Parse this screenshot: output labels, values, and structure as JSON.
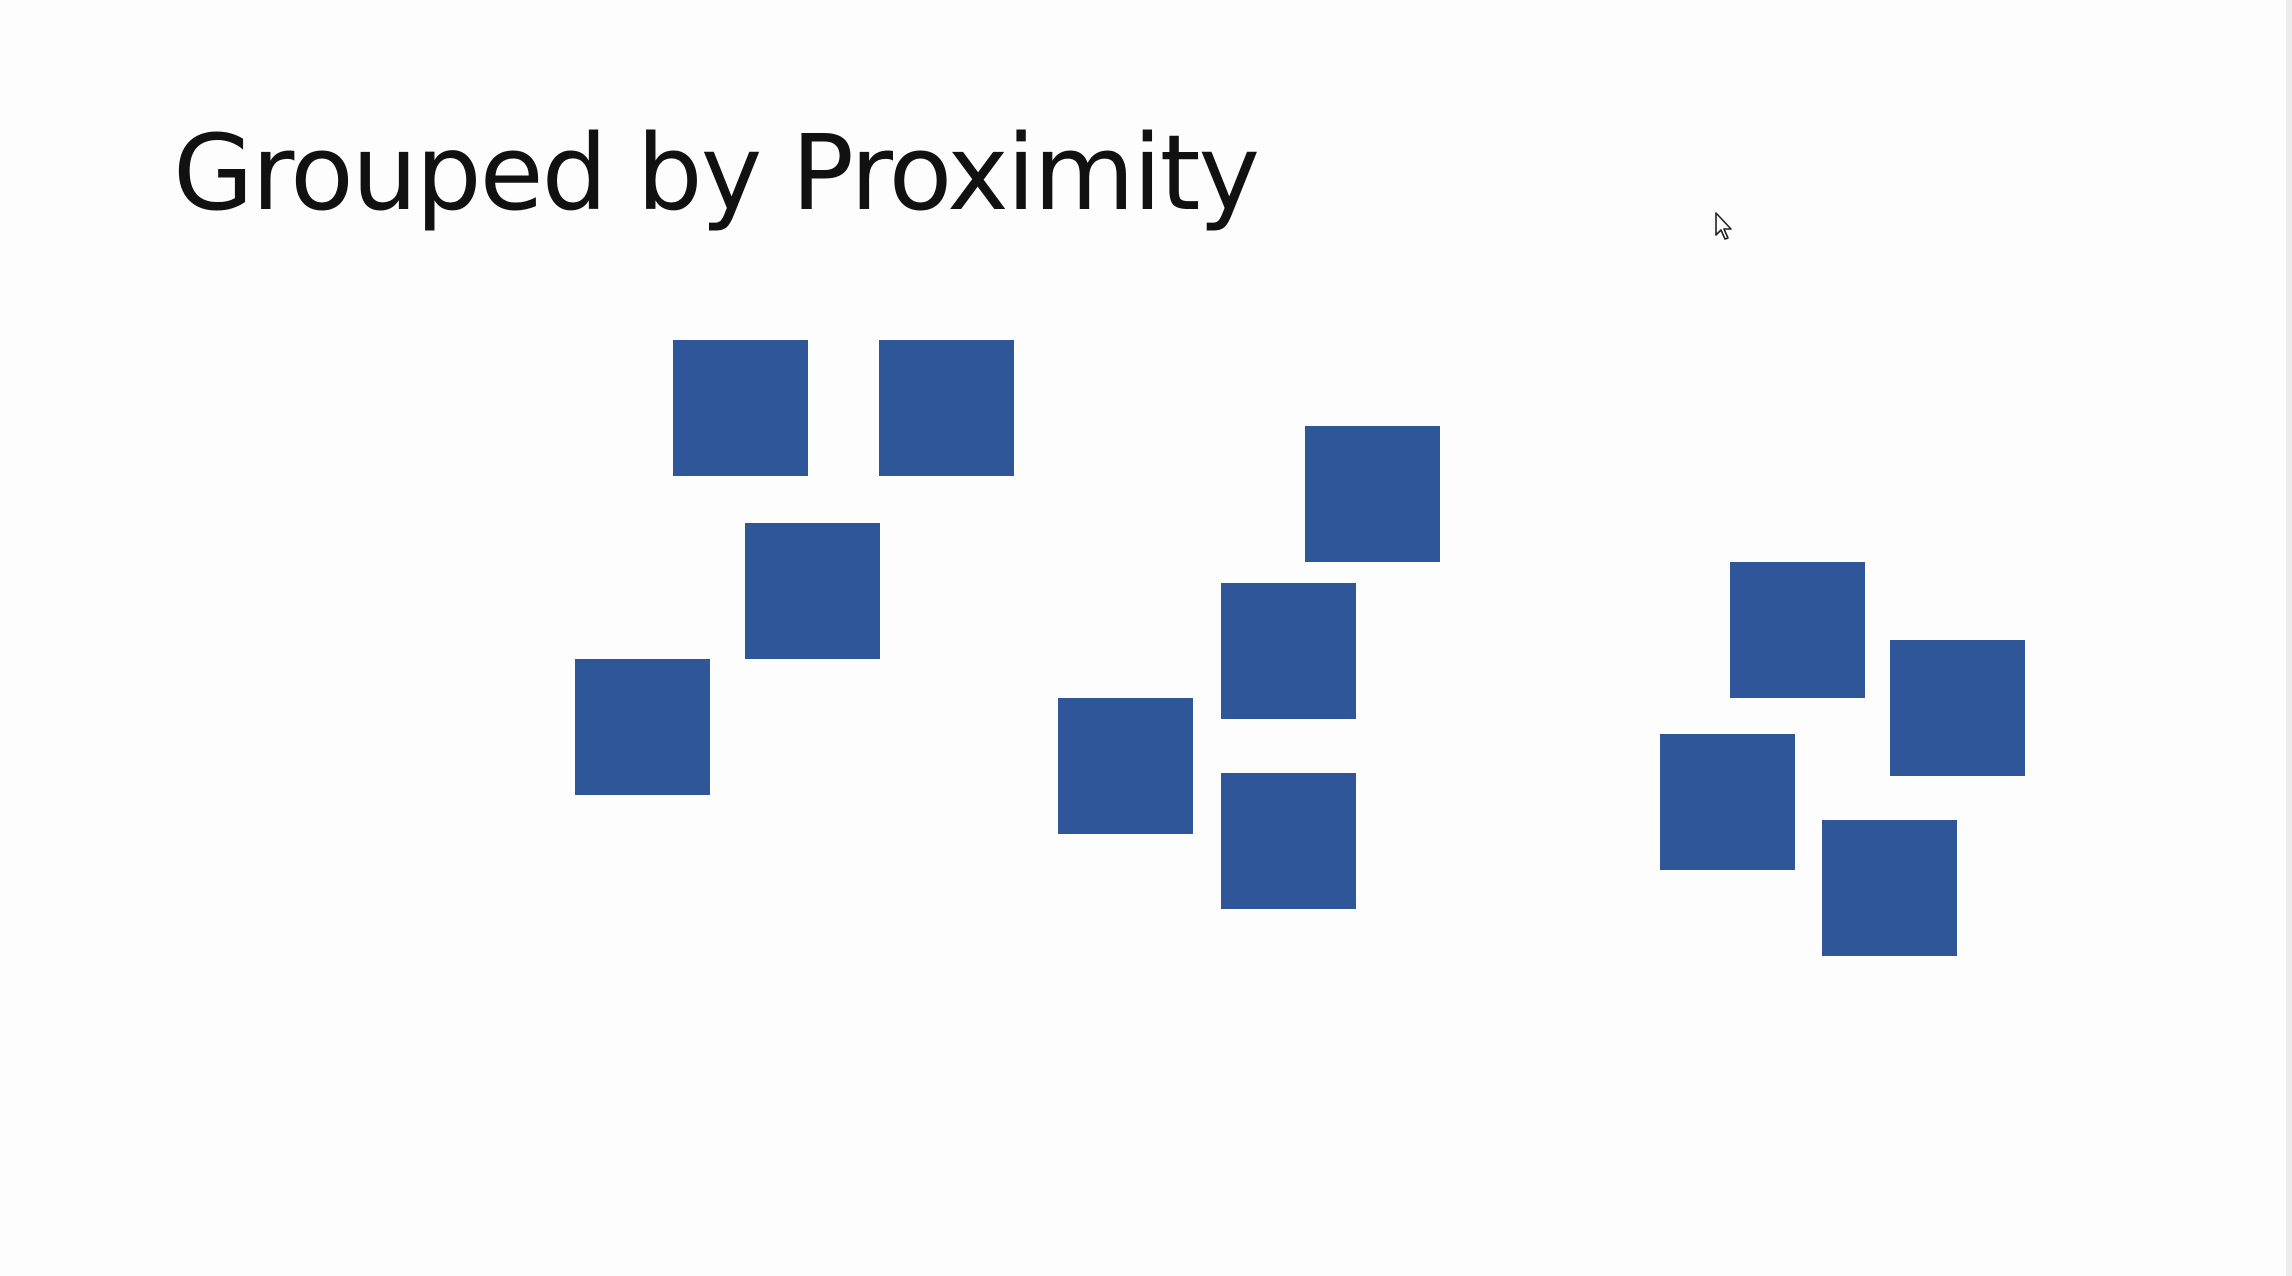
{
  "slide": {
    "title": "Grouped by Proximity"
  },
  "colors": {
    "square_fill": "#30569a",
    "background": "#fdfdfd",
    "title_text": "#111111"
  },
  "groups": [
    {
      "name": "group-left",
      "count": 4
    },
    {
      "name": "group-middle",
      "count": 4
    },
    {
      "name": "group-right",
      "count": 4
    }
  ],
  "icons": {
    "cursor": "mouse-pointer-icon"
  }
}
